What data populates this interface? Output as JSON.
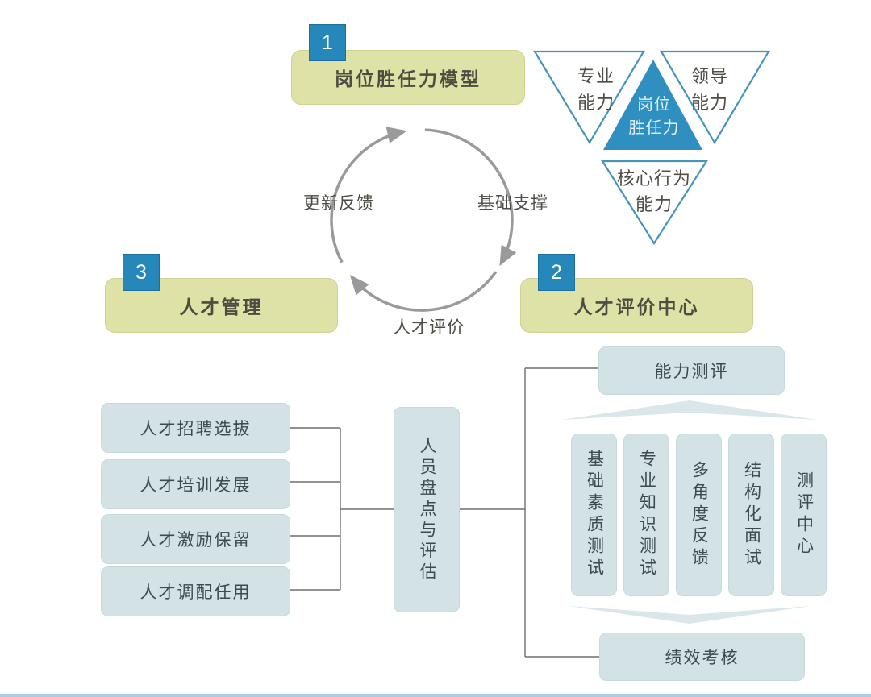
{
  "diagram": {
    "steps": {
      "competency_model": {
        "badge": "1",
        "label": "岗位胜任力模型"
      },
      "evaluation_center": {
        "badge": "2",
        "label": "人才评价中心"
      },
      "talent_management": {
        "badge": "3",
        "label": "人才管理"
      }
    },
    "triangle": {
      "left": {
        "line1": "专业",
        "line2": "能力"
      },
      "right": {
        "line1": "领导",
        "line2": "能力"
      },
      "center": {
        "line1": "岗位",
        "line2": "胜任力"
      },
      "bottom": {
        "line1": "核心行为",
        "line2": "能力"
      }
    },
    "cycle": {
      "left_label": "更新反馈",
      "right_label": "基础支撑",
      "bottom_label": "人才评价"
    },
    "talent_items": [
      {
        "label": "人才招聘选拔"
      },
      {
        "label": "人才培训发展"
      },
      {
        "label": "人才激励保留"
      },
      {
        "label": "人才调配任用"
      }
    ],
    "inventory_box": {
      "label": "人员盘点与评估"
    },
    "assessment": {
      "top_label": "能力测评",
      "columns": [
        {
          "label": "基础素质测试"
        },
        {
          "label": "专业知识测试"
        },
        {
          "label": "多角度反馈"
        },
        {
          "label": "结构化面试"
        },
        {
          "label": "测评中心"
        }
      ],
      "bottom_label": "绩效考核"
    },
    "colors": {
      "accent_blue": "#2587ba",
      "box_yellow": "#dfe2a6",
      "box_teal": "#d3e3e5",
      "triangle_fill": "#2e8fc0",
      "triangle_stroke": "#4495ba",
      "circle_gray": "#9a9a9a",
      "connector_gray": "#6f6f6f",
      "chevron_light": "#d9e6ea"
    }
  }
}
